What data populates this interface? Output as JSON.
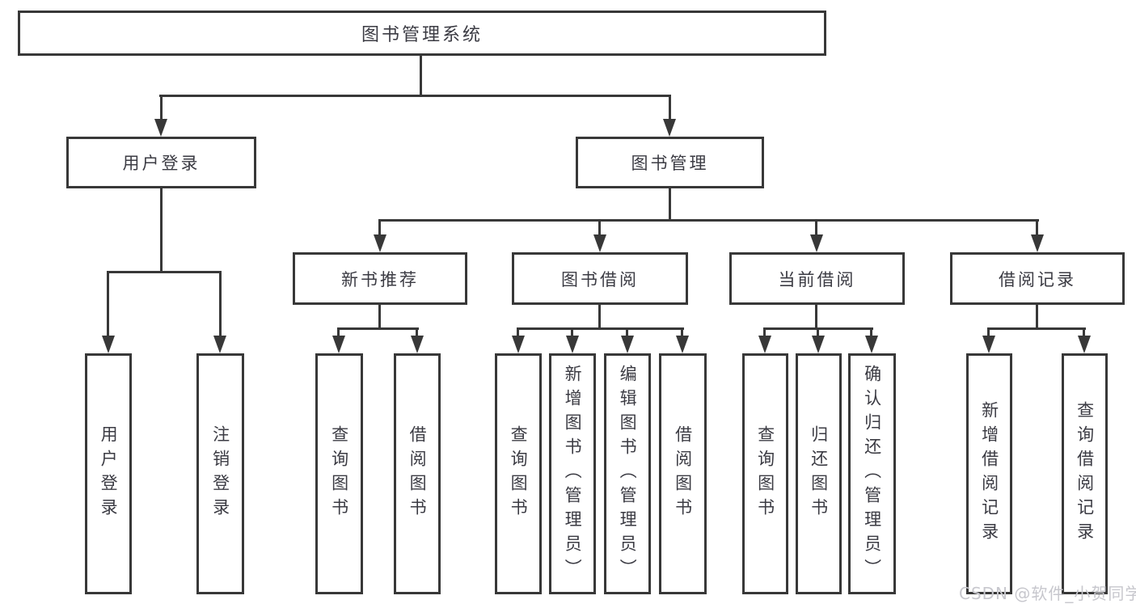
{
  "diagram": {
    "title": "图书管理系统",
    "level2": [
      {
        "label": "用户登录"
      },
      {
        "label": "图书管理"
      }
    ],
    "level3": [
      {
        "label": "新书推荐"
      },
      {
        "label": "图书借阅"
      },
      {
        "label": "当前借阅"
      },
      {
        "label": "借阅记录"
      }
    ],
    "groups": {
      "user_login": [
        "用户登录",
        "注销登录"
      ],
      "new_book_recommend": [
        "查询图书",
        "借阅图书"
      ],
      "book_borrow": [
        "查询图书",
        "新增图书（管理员）",
        "编辑图书（管理员）",
        "借阅图书"
      ],
      "current_borrow": [
        "查询图书",
        "归还图书",
        "确认归还（管理员）"
      ],
      "borrow_records": [
        "新增借阅记录",
        "查询借阅记录"
      ]
    }
  },
  "colors": {
    "line": "#383838",
    "text": "#3b3b43",
    "watermark": "#c7c7cd"
  },
  "watermark": "CSDN @软件_小贺同学"
}
